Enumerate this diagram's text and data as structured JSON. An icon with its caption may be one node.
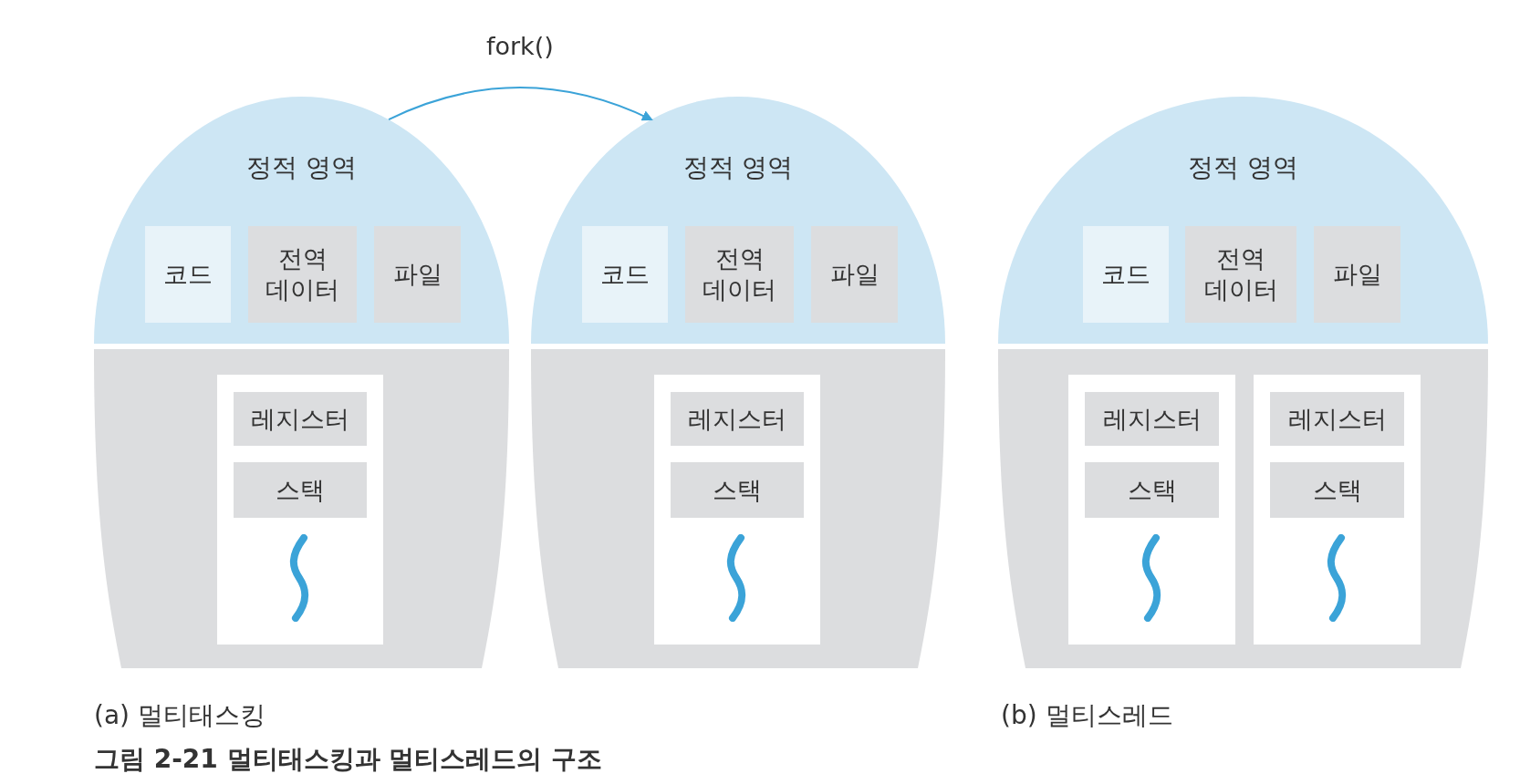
{
  "diagram": {
    "caption": "그림 2-21 멀티태스킹과 멀티스레드의 구조",
    "nodes": [
      {
        "text": [
          "정적 영역"
        ]
      },
      {
        "text": [
          "코드"
        ],
        "in": 0
      },
      {
        "text": [
          "전역 데이터"
        ],
        "in": 0
      },
      {
        "text": [
          "파일"
        ],
        "in": 0
      },
      {
        "text": [],
        "shape": "box"
      },
      {
        "text": [],
        "shape": "box",
        "in": 4
      },
      {
        "text": [
          "레지스터"
        ],
        "in": 5
      },
      {
        "text": [
          "스택"
        ],
        "in": 5
      },
      {
        "text": [
          "정적 영역"
        ]
      },
      {
        "text": [
          "코드"
        ],
        "in": 8
      },
      {
        "text": [
          "전역 데이터"
        ],
        "in": 8
      },
      {
        "text": [
          "파일"
        ],
        "in": 8
      },
      {
        "text": [],
        "shape": "box"
      },
      {
        "text": [],
        "shape": "box",
        "in": 12
      },
      {
        "text": [
          "레지스터"
        ],
        "in": 13
      },
      {
        "text": [
          "스택"
        ],
        "in": 13
      },
      {
        "text": [
          "정적 영역"
        ]
      },
      {
        "text": [
          "코드"
        ],
        "in": 16
      },
      {
        "text": [
          "전역 데이터"
        ],
        "in": 16
      },
      {
        "text": [
          "파일"
        ],
        "in": 16
      },
      {
        "text": [],
        "shape": "box"
      },
      {
        "text": [],
        "shape": "box",
        "in": 20
      },
      {
        "text": [
          "레지스터"
        ],
        "in": 21
      },
      {
        "text": [
          "스택"
        ],
        "in": 21
      },
      {
        "text": [],
        "shape": "box",
        "in": 20
      },
      {
        "text": [
          "레지스터"
        ],
        "in": 24
      },
      {
        "text": [
          "스택"
        ],
        "in": 24
      }
    ],
    "edges": [
      {
        "from": 0,
        "to": 8,
        "arrow": "to",
        "label": "fork()"
      }
    ],
    "labels": [
      "(a) 멀티태스킹",
      "(b) 멀티스레드"
    ]
  }
}
